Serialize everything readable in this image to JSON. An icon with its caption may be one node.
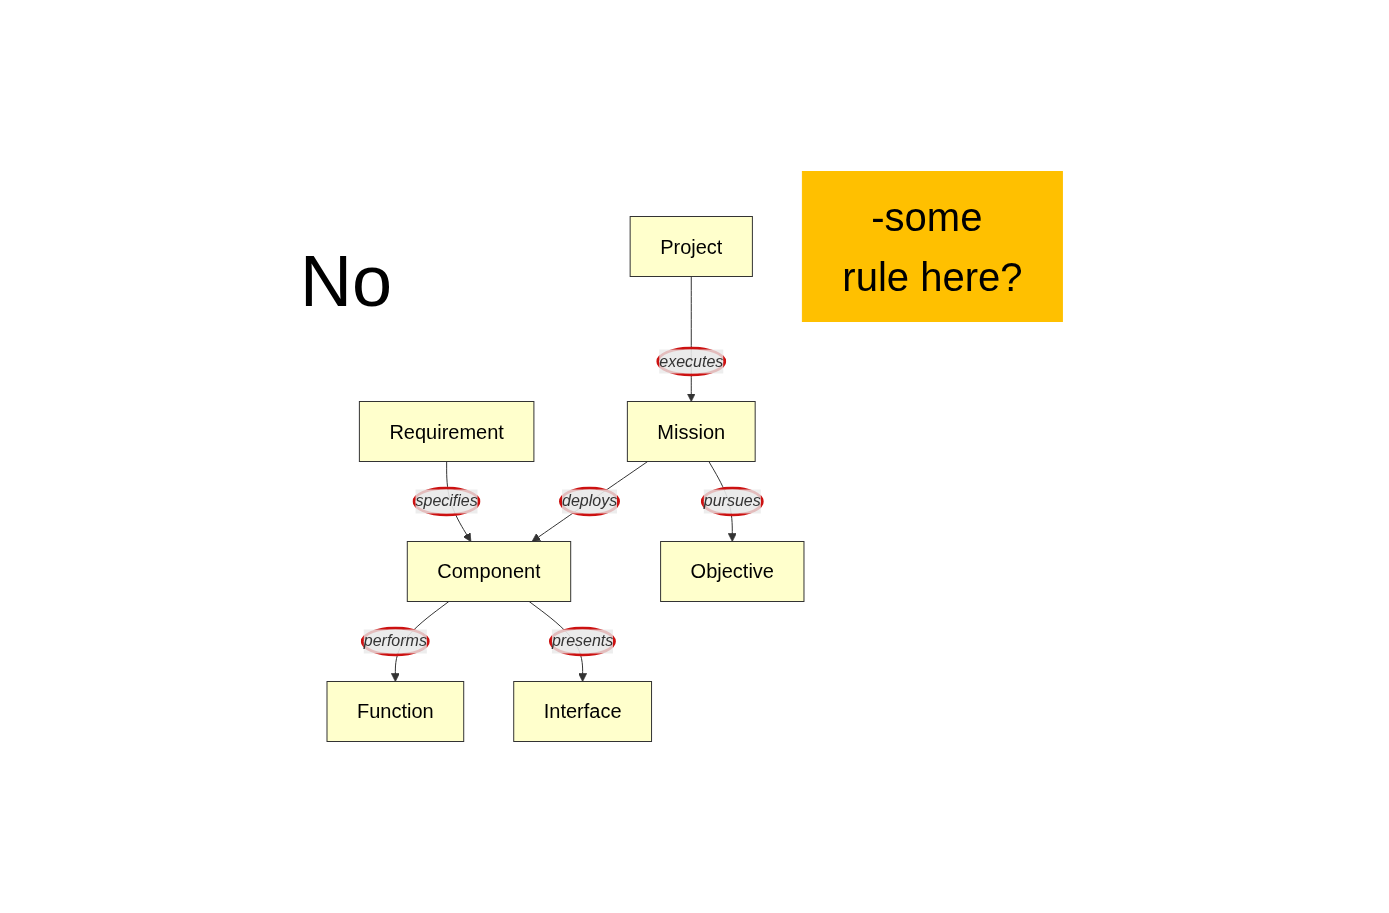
{
  "diagram": {
    "nodes": [
      {
        "text": [
          "Requirement"
        ]
      },
      {
        "text": [
          "Function"
        ]
      },
      {
        "text": [
          "Component"
        ]
      },
      {
        "text": [
          "Interface"
        ]
      },
      {
        "text": [
          "Mission"
        ]
      },
      {
        "text": [
          "Project"
        ]
      },
      {
        "text": [
          "Objective"
        ]
      },
      {
        "text": [
          "-some rule here?"
        ]
      }
    ],
    "edges": [
      {
        "from": 0,
        "to": 2,
        "arrow": "to",
        "label": "specifies"
      },
      {
        "from": 2,
        "to": 1,
        "arrow": "to",
        "label": "performs"
      },
      {
        "from": 2,
        "to": 3,
        "arrow": "to",
        "label": "presents"
      },
      {
        "from": 4,
        "to": 2,
        "arrow": "to",
        "label": "deploys"
      },
      {
        "from": 5,
        "to": 4,
        "arrow": "to",
        "label": "executes"
      },
      {
        "from": 4,
        "to": 6,
        "arrow": "to",
        "label": "pursues"
      }
    ],
    "labels": [
      "No"
    ]
  }
}
